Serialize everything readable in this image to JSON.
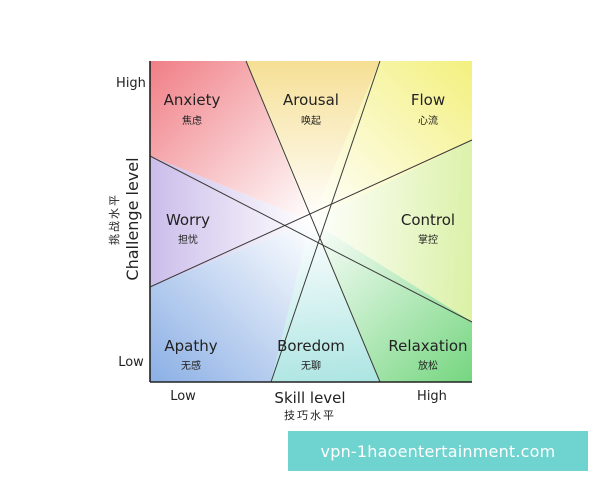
{
  "diagram": {
    "regions": [
      {
        "key": "anxiety",
        "label": "Anxiety",
        "sublabel": "焦虑",
        "color": "#f07f86"
      },
      {
        "key": "arousal",
        "label": "Arousal",
        "sublabel": "唤起",
        "color": "#f5dc8a"
      },
      {
        "key": "flow",
        "label": "Flow",
        "sublabel": "心流",
        "color": "#f3f07c"
      },
      {
        "key": "worry",
        "label": "Worry",
        "sublabel": "担忧",
        "color": "#c6b6e8"
      },
      {
        "key": "control",
        "label": "Control",
        "sublabel": "掌控",
        "color": "#d8f0a0"
      },
      {
        "key": "apathy",
        "label": "Apathy",
        "sublabel": "无感",
        "color": "#8fb2e6"
      },
      {
        "key": "boredom",
        "label": "Boredom",
        "sublabel": "无聊",
        "color": "#a6e3e0"
      },
      {
        "key": "relaxation",
        "label": "Relaxation",
        "sublabel": "放松",
        "color": "#6fd47a"
      }
    ],
    "y_axis": {
      "label": "Challenge level",
      "sublabel": "挑战水平",
      "high": "High",
      "low": "Low"
    },
    "x_axis": {
      "label": "Skill level",
      "sublabel": "技巧水平",
      "low": "Low",
      "high": "High"
    }
  },
  "watermark": {
    "text": "vpn-1haoentertainment.com",
    "color": "#6fd3cf"
  }
}
